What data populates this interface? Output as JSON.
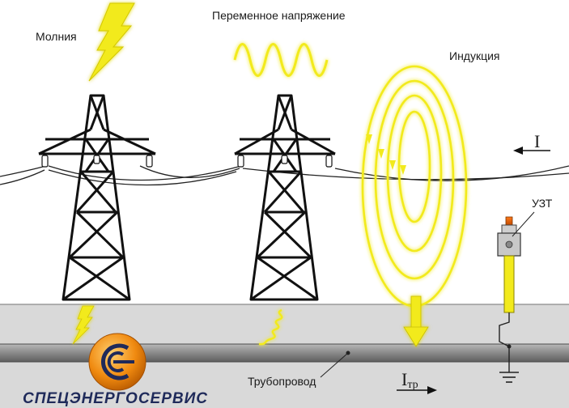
{
  "labels": {
    "lightning": "Молния",
    "ac_voltage": "Переменное напряжение",
    "induction": "Индукция",
    "current": "I",
    "device": "УЗТ",
    "pipeline": "Трубопровод",
    "pipe_current_main": "I",
    "pipe_current_sub": "тр"
  },
  "logo": {
    "text": "СПЕЦЭНЕРГОСЕРВИС"
  },
  "colors": {
    "yellow": "#f2ea1c",
    "ground": "#d8d8d8",
    "pipe": "#8a8a8a",
    "logo_orange": "#f08a10",
    "logo_navy": "#1f2a5a",
    "steel": "#1a1a1a"
  }
}
